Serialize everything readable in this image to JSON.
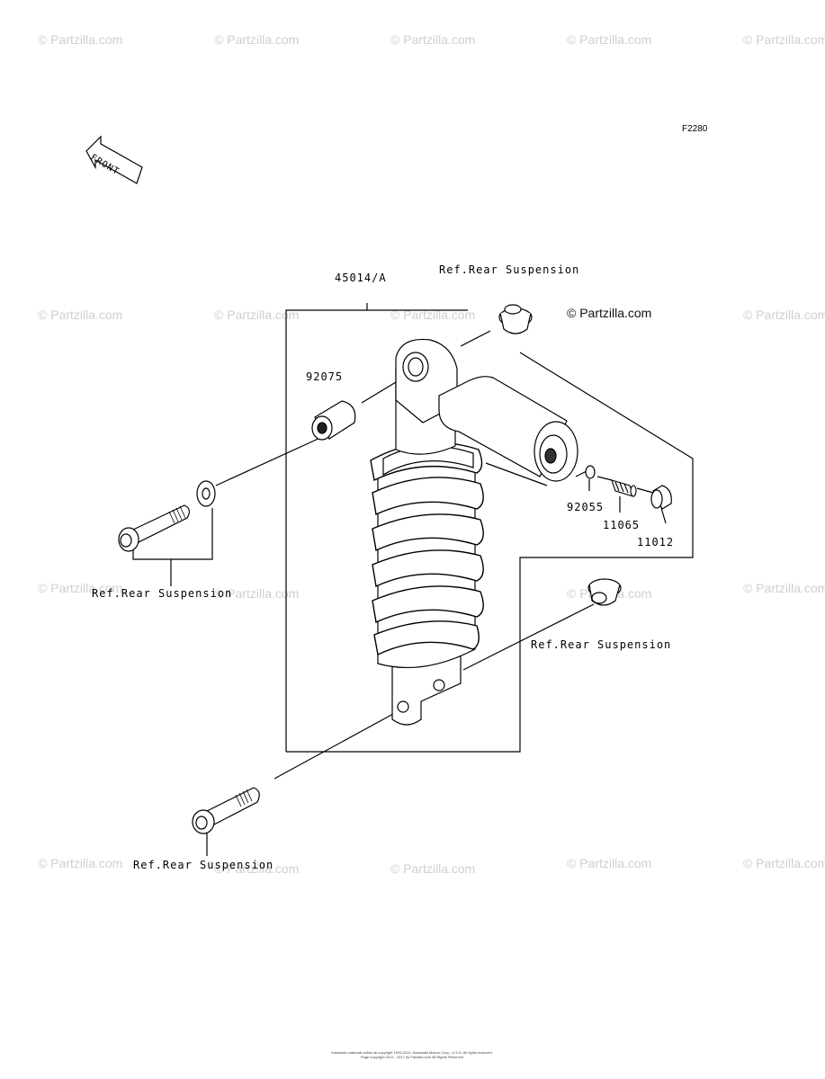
{
  "diagram_code": "F2280",
  "front_label": "FRONT",
  "watermark_text": "© Partzilla.com",
  "brand_text": "© Partzilla.com",
  "parts": {
    "shock_assembly": "45014/A",
    "bushing": "92075",
    "o_ring": "92055",
    "valve": "11065",
    "cap": "11012"
  },
  "references": {
    "top_mount": "Ref.Rear Suspension",
    "upper_bolt": "Ref.Rear Suspension",
    "lower_collar": "Ref.Rear Suspension",
    "lower_bolt": "Ref.Rear Suspension"
  },
  "copyright_lines": [
    "Kawasaki materials within all copyright 1993-2011, Kawasaki Motors Corp., U.S.A. All rights reserved.",
    "Page copyright 2011 - 2017 by Partzilla.com All Rights Reserved"
  ],
  "colors": {
    "watermark": "#cfcfcf",
    "line": "#000000",
    "fill": "#ffffff"
  }
}
